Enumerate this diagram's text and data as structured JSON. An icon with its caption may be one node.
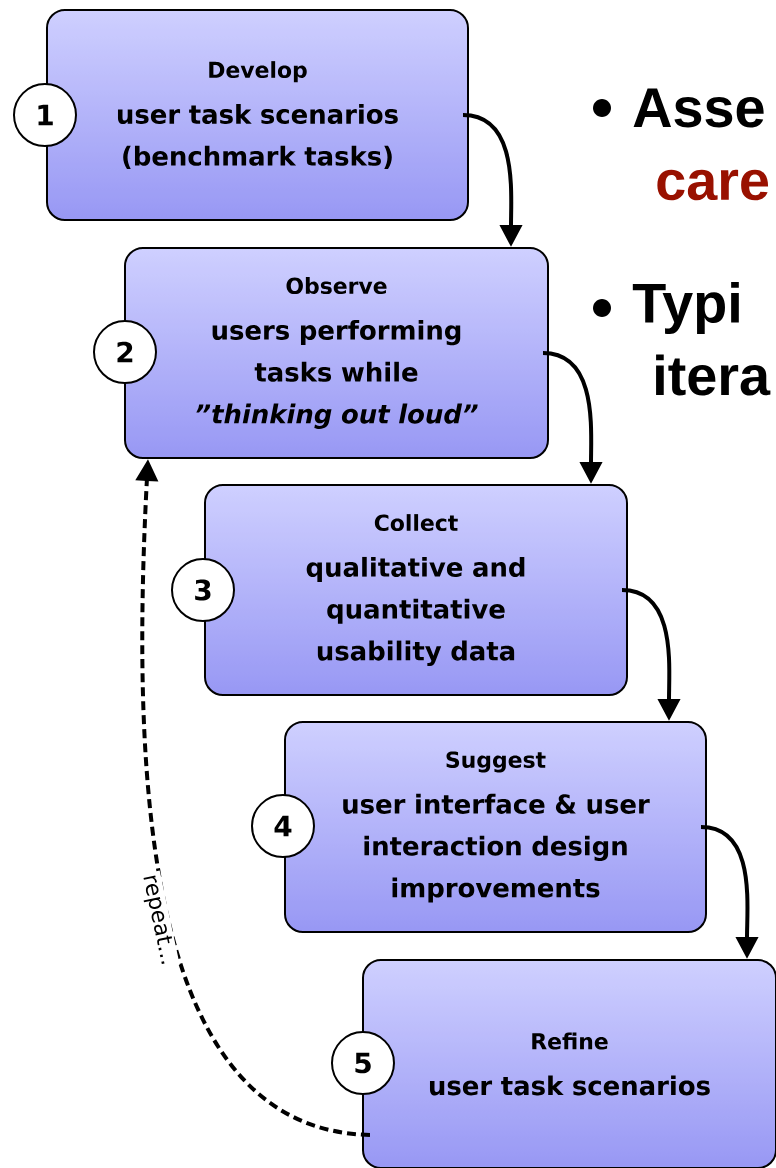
{
  "diagram": {
    "nodes": [
      {
        "text": [
          "Develop",
          "user task scenarios (benchmark tasks)"
        ]
      },
      {
        "text": [
          "Observe",
          "users performing tasks while *”thinking out loud”*"
        ]
      },
      {
        "text": [
          "Collect",
          "qualitative and quantitative usability data"
        ]
      },
      {
        "text": [
          "Suggest",
          "user interface & user interaction design improvements"
        ]
      },
      {
        "text": [
          "Refine",
          "user task scenarios"
        ]
      },
      {
        "text": [
          "1"
        ]
      },
      {
        "text": [
          "2"
        ]
      },
      {
        "text": [
          "3"
        ]
      },
      {
        "text": [
          "4"
        ]
      },
      {
        "text": [
          "5"
        ]
      }
    ],
    "edges": [
      {
        "from": 0,
        "to": 1,
        "arrow": "to"
      },
      {
        "from": 1,
        "to": 2,
        "arrow": "to"
      },
      {
        "from": 2,
        "to": 3,
        "arrow": "to"
      },
      {
        "from": 3,
        "to": 4,
        "arrow": "to"
      },
      {
        "from": 4,
        "to": 1,
        "arrow": "to",
        "style": "dashed",
        "label": "repeat..."
      }
    ],
    "labels": [
      "Asse",
      "care",
      "Typi",
      "itera"
    ]
  }
}
